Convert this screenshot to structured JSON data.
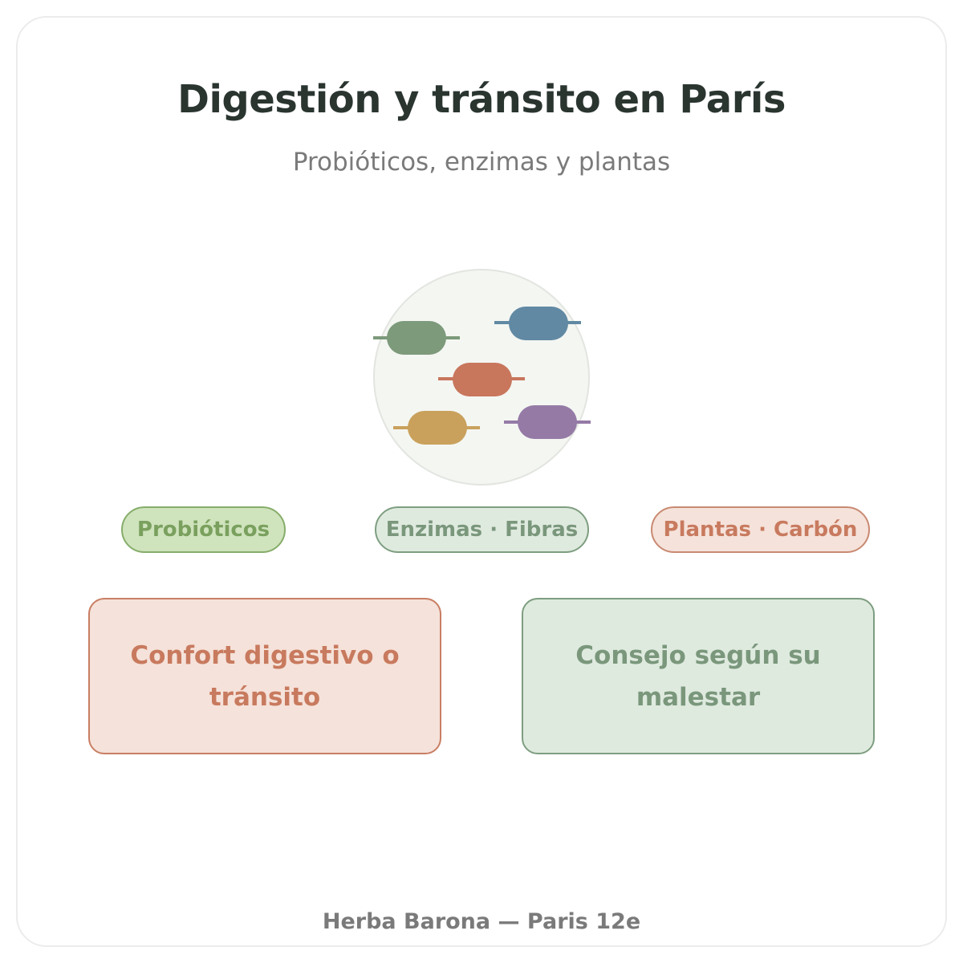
{
  "header": {
    "title": "Digestión y tránsito en París",
    "subtitle": "Probióticos, enzimas y plantas"
  },
  "illustration": {
    "name": "probiotic-capsules-icon",
    "colors": {
      "circle_fill": "#f4f6f2",
      "circle_stroke": "#e2e5e0",
      "capsules": [
        "#7d9a7b",
        "#6189a3",
        "#c8765c",
        "#c9a15c",
        "#957aa6"
      ]
    }
  },
  "tags": [
    {
      "label": "Probióticos"
    },
    {
      "label": "Enzimas · Fibras"
    },
    {
      "label": "Plantas · Carbón"
    }
  ],
  "cards": {
    "left": {
      "text": "Confort digestivo o tránsito"
    },
    "right": {
      "text": "Consejo según su malestar"
    }
  },
  "footer": {
    "text": "Herba Barona — Paris 12e"
  }
}
